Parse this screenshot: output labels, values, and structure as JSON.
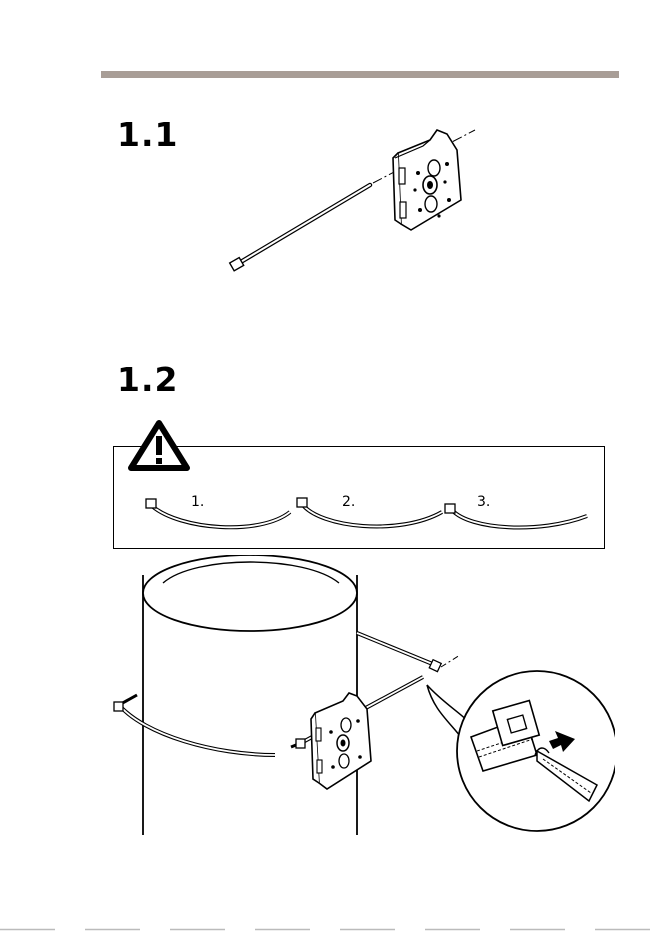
{
  "step_1": {
    "number": "1.1"
  },
  "step_2": {
    "number": "1.2",
    "warning_sequence": [
      {
        "label": "1."
      },
      {
        "label": "2."
      },
      {
        "label": "3."
      }
    ]
  },
  "icons": [
    "warning-icon",
    "cable-tie-icon",
    "mounting-bracket-icon",
    "pole-icon",
    "insert-arrow-icon"
  ]
}
